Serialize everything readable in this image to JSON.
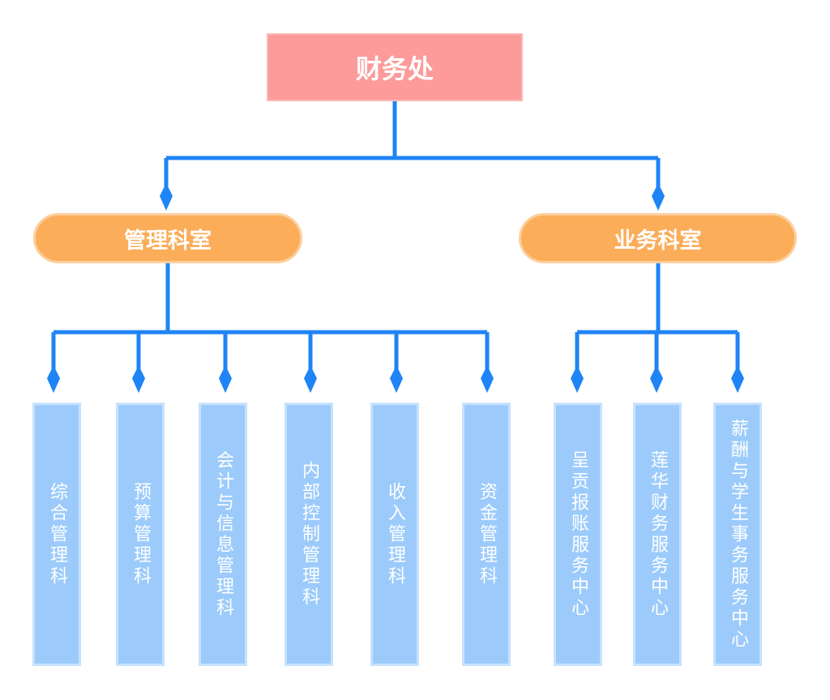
{
  "colors": {
    "connector": "#1f84f5",
    "root_fill": "#fd9a9a",
    "category_fill": "#fbad5a",
    "leaf_fill": "#9ccbfb",
    "text": "#ffffff"
  },
  "root": {
    "label": "财务处"
  },
  "categories": [
    {
      "label": "管理科室",
      "children": [
        {
          "label": "综合管理科"
        },
        {
          "label": "预算管理科"
        },
        {
          "label": "会计与信息管理科"
        },
        {
          "label": "内部控制管理科"
        },
        {
          "label": "收入管理科"
        },
        {
          "label": "资金管理科"
        }
      ]
    },
    {
      "label": "业务科室",
      "children": [
        {
          "label": "呈贡报账服务中心"
        },
        {
          "label": "莲华财务服务中心"
        },
        {
          "label": "薪酬与学生事务服务中心"
        }
      ]
    }
  ]
}
